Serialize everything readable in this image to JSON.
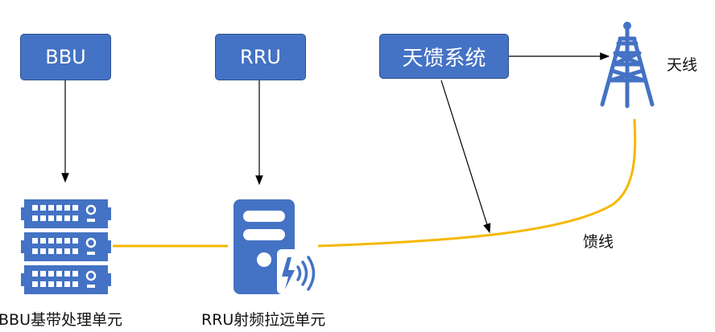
{
  "nodes": {
    "bbu": "BBU",
    "rru": "RRU",
    "antenna_system": "天馈系统"
  },
  "labels": {
    "antenna": "天线",
    "feeder": "馈线",
    "bbu_desc": "BBU基带处理单元",
    "rru_desc": "RRU射频拉远单元"
  },
  "colors": {
    "box": "#4472c4",
    "icon": "#4472c4",
    "feeder": "#f5b800",
    "arrow": "#000000"
  }
}
